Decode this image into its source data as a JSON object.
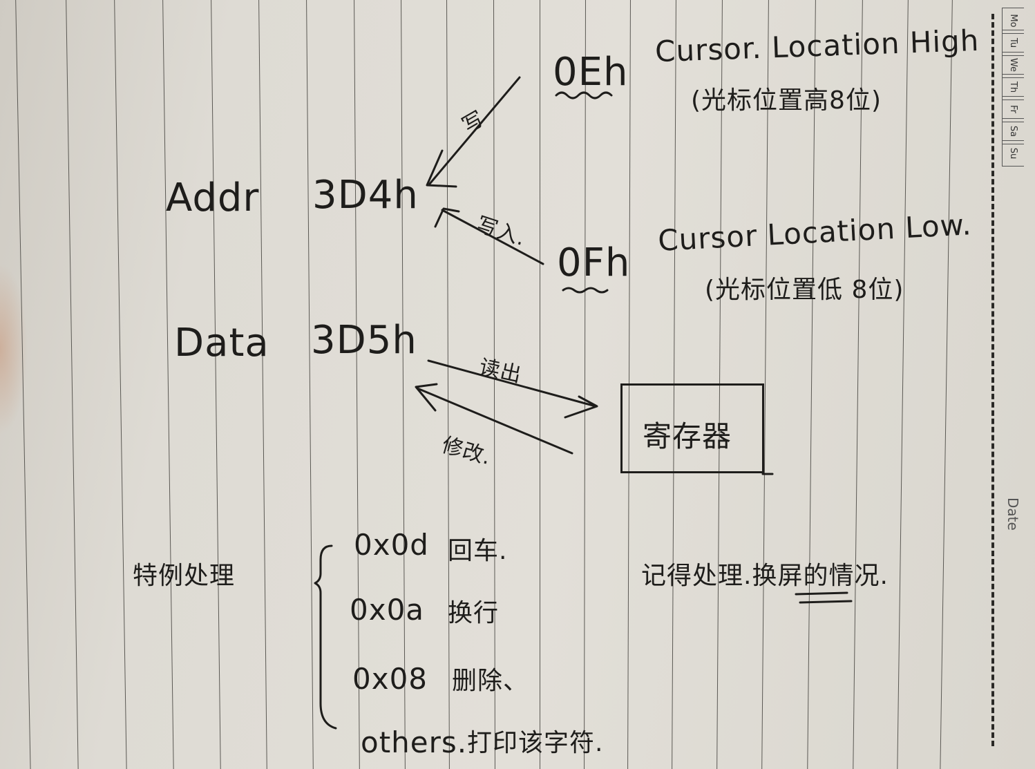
{
  "notes": {
    "oeh": "0Eh",
    "cursor_high": "Cursor. Location High",
    "cursor_high_cn": "(光标位置高8位)",
    "write1": "写",
    "addr_label": "Addr",
    "addr_value": "3D4h",
    "write2": "写入.",
    "ofh": "0Fh",
    "cursor_low": "Cursor Location Low.",
    "cursor_low_cn": "(光标位置低 8位)",
    "data_label": "Data",
    "data_value": "3D5h",
    "read_out": "读出",
    "modify": "修改.",
    "register": "寄存器",
    "special_cases": "特例处理",
    "case_0d_code": "0x0d",
    "case_0d_desc": "回车.",
    "case_0a_code": "0x0a",
    "case_0a_desc": "换行",
    "case_08_code": "0x08",
    "case_08_desc": "删除、",
    "case_other_code": "others.",
    "case_other_desc": "打印该字符.",
    "reminder": "记得处理.换屏的情况."
  },
  "planner": {
    "days": [
      "Mo",
      "Tu",
      "We",
      "Th",
      "Fr",
      "Sa",
      "Su"
    ],
    "date_label": "Date"
  },
  "colors": {
    "ink": "#1e1d1b",
    "paper": "#e2dfd8",
    "rule": "#5a5853"
  }
}
